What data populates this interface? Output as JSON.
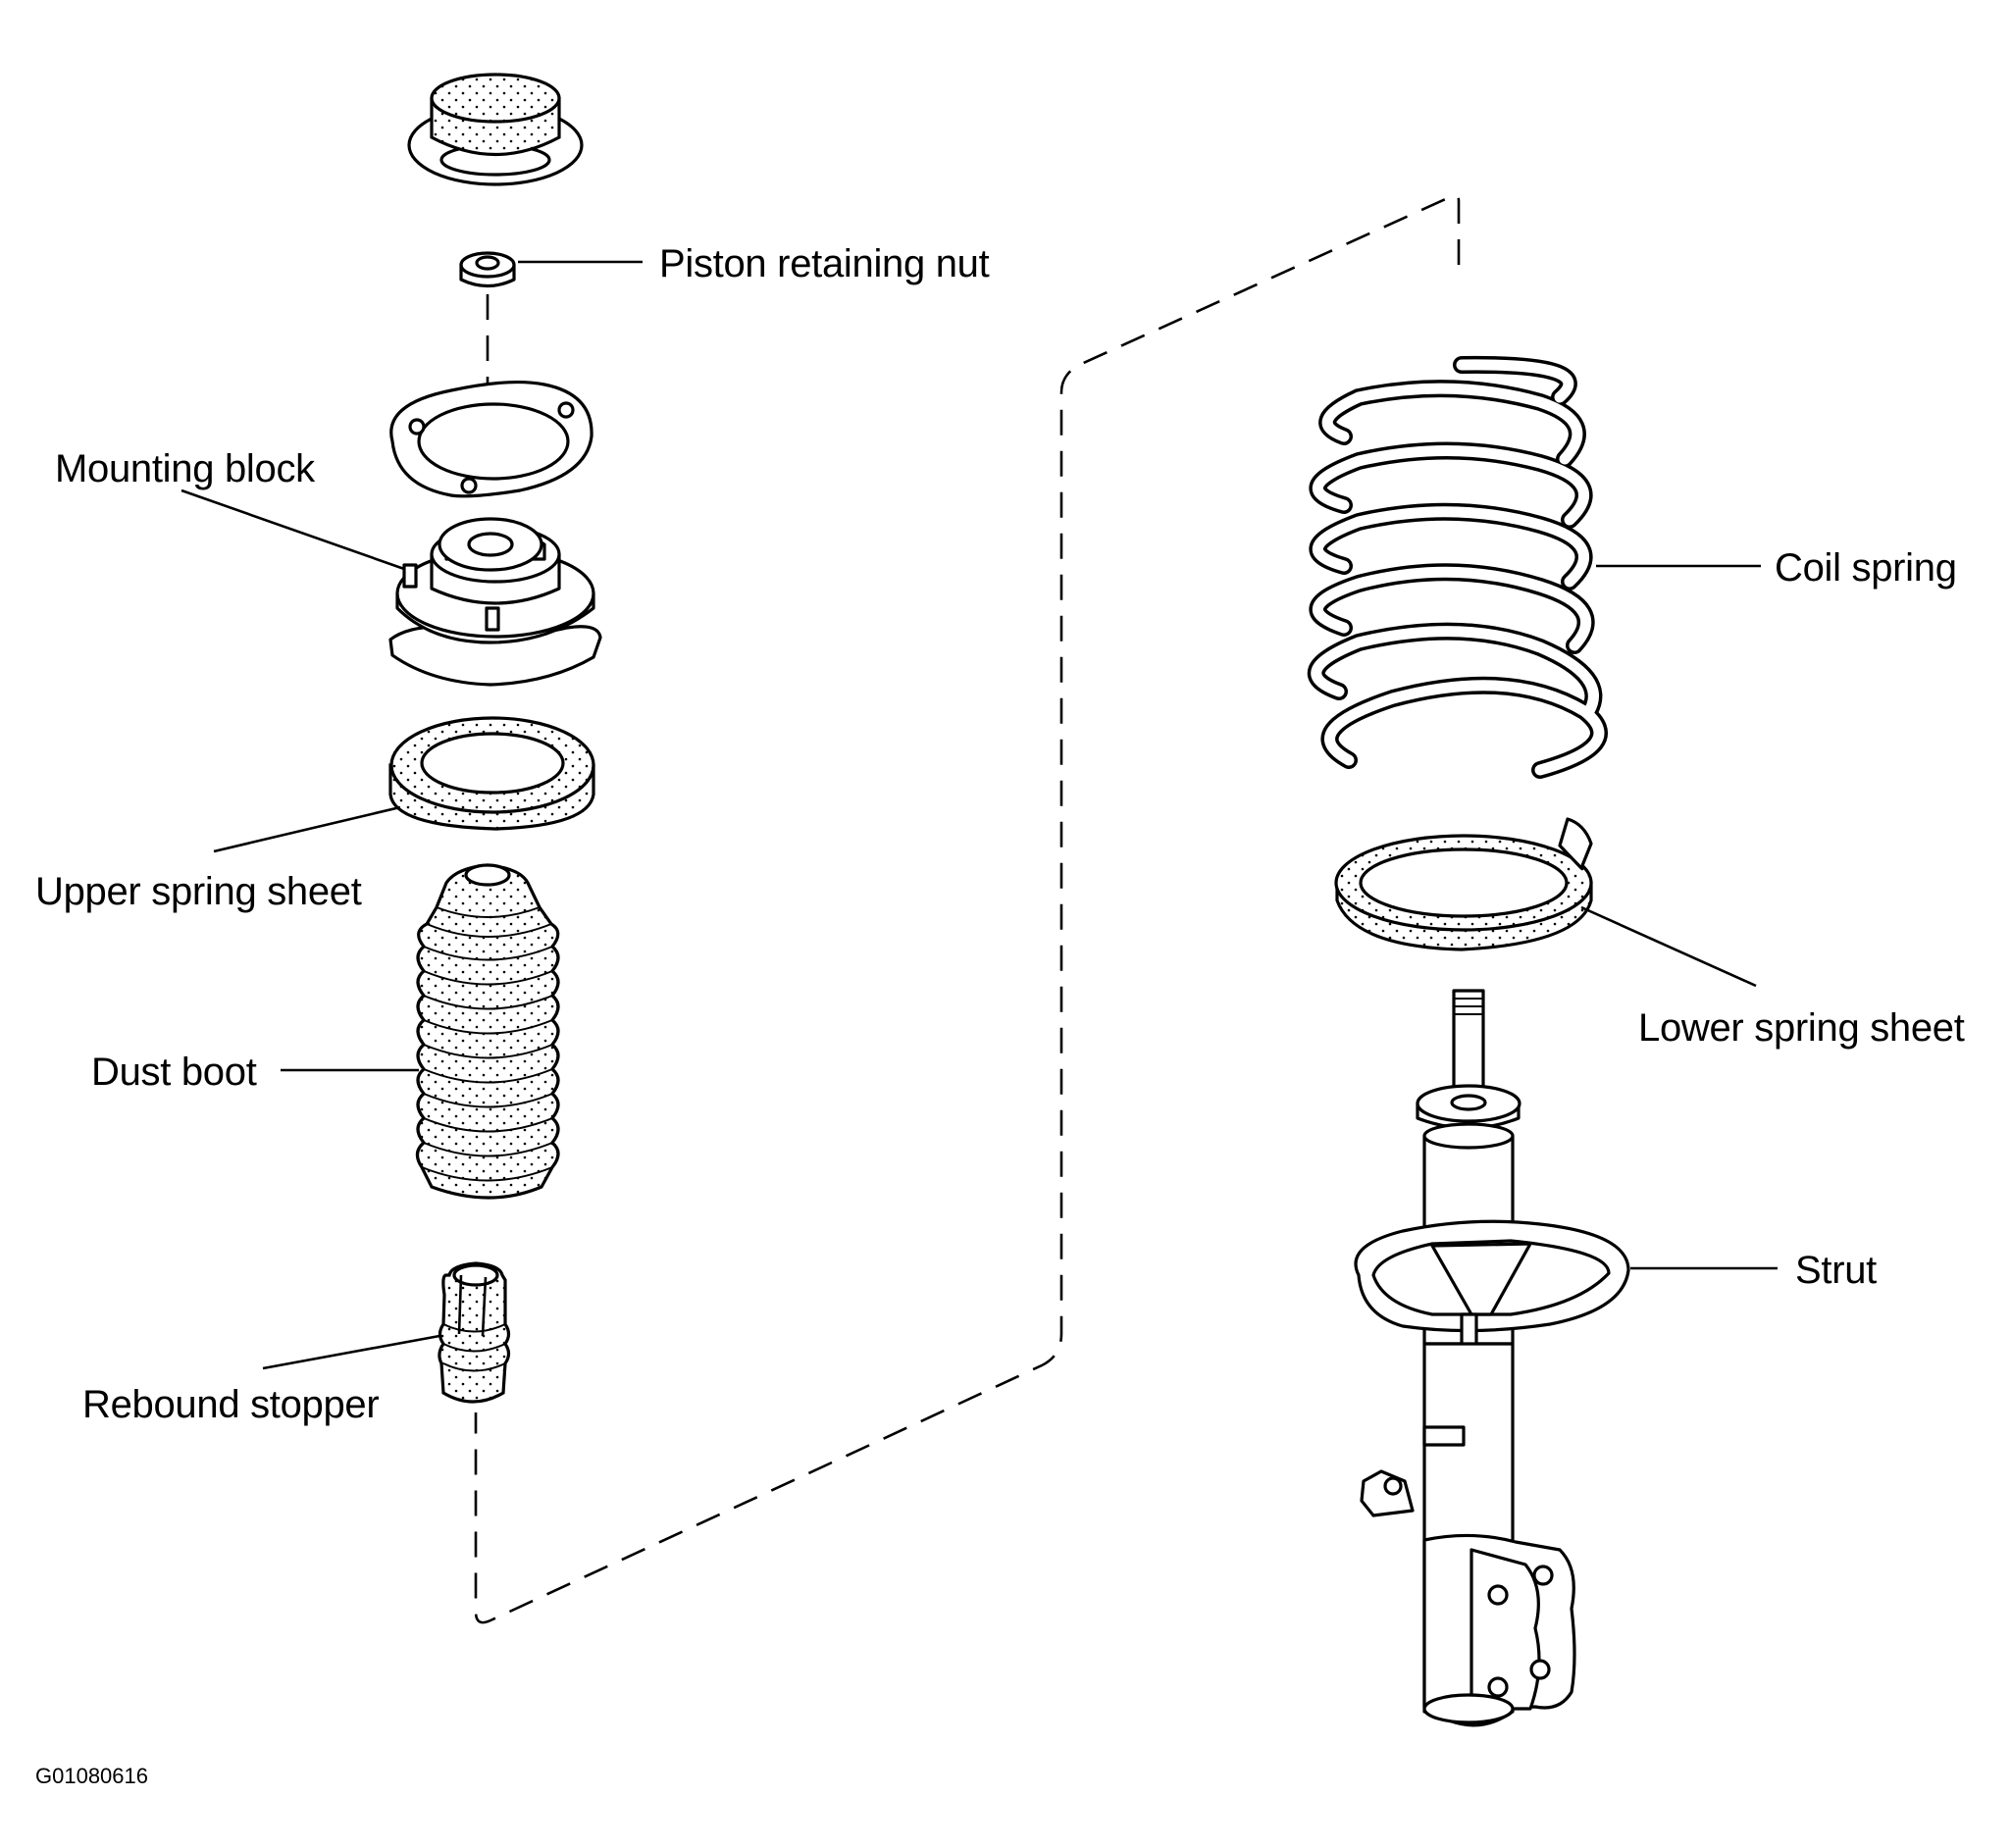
{
  "labels": {
    "piston_retaining_nut": "Piston retaining nut",
    "mounting_block": "Mounting block",
    "upper_spring_sheet": "Upper spring sheet",
    "dust_boot": "Dust boot",
    "rebound_stopper": "Rebound stopper",
    "coil_spring": "Coil spring",
    "lower_spring_sheet": "Lower spring sheet",
    "strut": "Strut"
  },
  "figure_code": "G01080616",
  "colors": {
    "ink": "#000000",
    "background": "#ffffff"
  }
}
